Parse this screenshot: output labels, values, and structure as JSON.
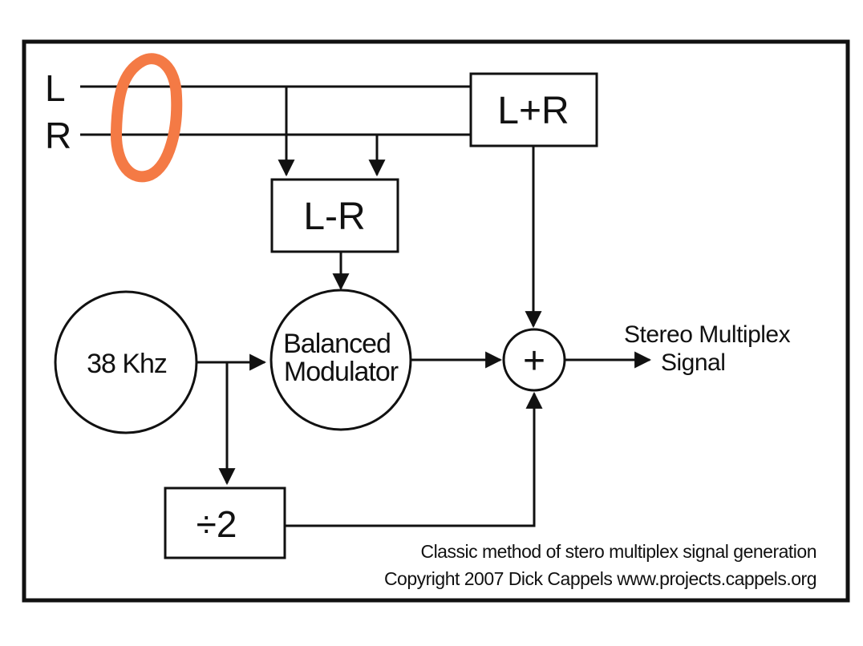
{
  "diagram": {
    "inputs": {
      "left": "L",
      "right": "R"
    },
    "sum_block": "L+R",
    "difference_block": "L-R",
    "oscillator": "38 Khz",
    "modulator": {
      "line1": "Balanced",
      "line2": "Modulator"
    },
    "adder_symbol": "+",
    "divider_block": "÷2",
    "output": {
      "line1": "Stereo Multiplex",
      "line2": "Signal"
    },
    "caption": {
      "line1": "Classic method of stero multiplex signal generation",
      "line2": "Copyright 2007 Dick Cappels www.projects.cappels.org"
    },
    "colors": {
      "ink": "#111111",
      "background": "#ffffff",
      "annotation_marker": "#f47a45"
    }
  }
}
